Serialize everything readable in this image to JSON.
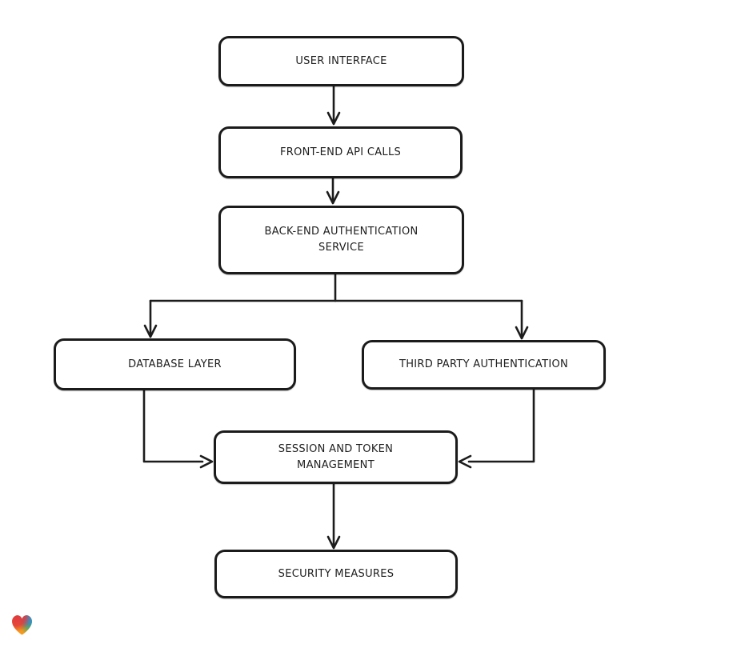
{
  "diagram": {
    "type": "flowchart",
    "stroke_color": "#1c1c1c",
    "node_fill": "#ffffff",
    "nodes": [
      {
        "id": "user-interface",
        "label": "USER INTERFACE"
      },
      {
        "id": "front-end-api-calls",
        "label": "FRONT-END API CALLS"
      },
      {
        "id": "back-end-authentication-service",
        "label": "BACK-END AUTHENTICATION\nSERVICE"
      },
      {
        "id": "database-layer",
        "label": "DATABASE LAYER"
      },
      {
        "id": "third-party-authentication",
        "label": "THIRD PARTY AUTHENTICATION"
      },
      {
        "id": "session-and-token-management",
        "label": "SESSION AND TOKEN\nMANAGEMENT"
      },
      {
        "id": "security-measures",
        "label": "SECURITY MEASURES"
      }
    ],
    "edges": [
      {
        "from": "user-interface",
        "to": "front-end-api-calls"
      },
      {
        "from": "front-end-api-calls",
        "to": "back-end-authentication-service"
      },
      {
        "from": "back-end-authentication-service",
        "to": "database-layer"
      },
      {
        "from": "back-end-authentication-service",
        "to": "third-party-authentication"
      },
      {
        "from": "database-layer",
        "to": "session-and-token-management"
      },
      {
        "from": "third-party-authentication",
        "to": "session-and-token-management"
      },
      {
        "from": "session-and-token-management",
        "to": "security-measures"
      }
    ]
  },
  "logo": {
    "name": "gradient-heart",
    "colors": {
      "red": "#E2393E",
      "blue": "#2E8FD4",
      "green": "#35A86B",
      "orange": "#F59B1E"
    }
  }
}
